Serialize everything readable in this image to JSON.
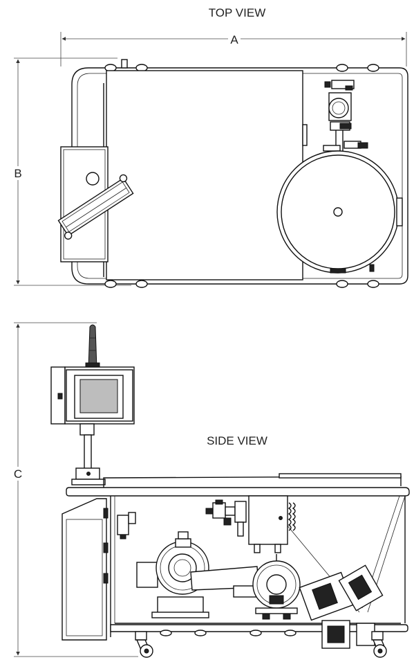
{
  "views": {
    "top": {
      "title": "TOP VIEW"
    },
    "side": {
      "title": "SIDE VIEW"
    }
  },
  "dimensions": {
    "a": "A",
    "b": "B",
    "c": "C"
  }
}
